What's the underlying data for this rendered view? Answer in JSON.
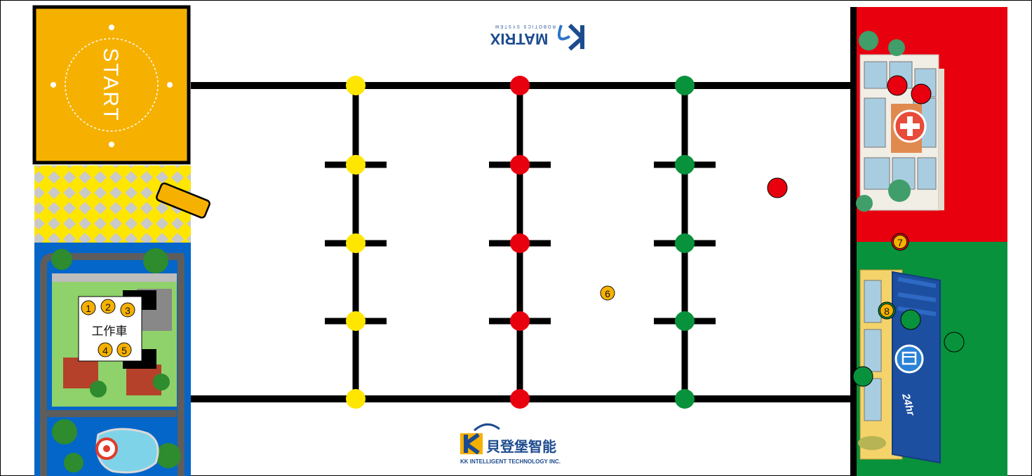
{
  "start_zone": {
    "label": "START",
    "color": "#f6b100"
  },
  "work_vehicle": {
    "label": "工作車",
    "slots": [
      "1",
      "2",
      "3",
      "4",
      "5"
    ]
  },
  "center_marker": "6",
  "hospital_marker": "7",
  "store_marker": "8",
  "store_sign": "24hr",
  "branding": {
    "top_logo": "MATRIX",
    "top_logo_sub": "ROBOTICS SYSTEM",
    "bottom_logo_cn": "貝登堡智能",
    "bottom_logo_en": "KK INTELLIGENT TECHNOLOGY INC."
  },
  "colors": {
    "yellow": "#ffe600",
    "red": "#e8000f",
    "green": "#08923c",
    "blue": "#0466c8",
    "orange": "#f6b100",
    "line": "#000000",
    "marker_fill": "#f6b100"
  },
  "columns": [
    {
      "name": "yellow-column",
      "color": "yellow"
    },
    {
      "name": "red-column",
      "color": "red"
    },
    {
      "name": "green-column",
      "color": "green"
    }
  ],
  "loose_balls": [
    {
      "name": "field-red-ball",
      "color": "red"
    },
    {
      "name": "hospital-red-ball-1",
      "color": "red"
    },
    {
      "name": "hospital-red-ball-2",
      "color": "red"
    },
    {
      "name": "store-green-ball-1",
      "color": "green"
    },
    {
      "name": "store-green-ball-2",
      "color": "green"
    },
    {
      "name": "store-green-ball-3",
      "color": "green"
    }
  ]
}
